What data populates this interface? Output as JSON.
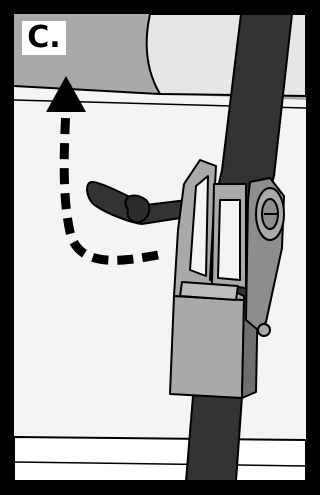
{
  "panel": {
    "step_label": "C.",
    "colors": {
      "frame": "#000000",
      "background": "#f4f4f4",
      "background_band": "#aaaaaa",
      "strap": "#333333",
      "buckle_metal": "#a9a9a9",
      "buckle_shadow": "#6f6f6f"
    },
    "icons": [
      "dashed-curved-arrow",
      "ratchet-buckle",
      "tie-down-strap"
    ]
  }
}
